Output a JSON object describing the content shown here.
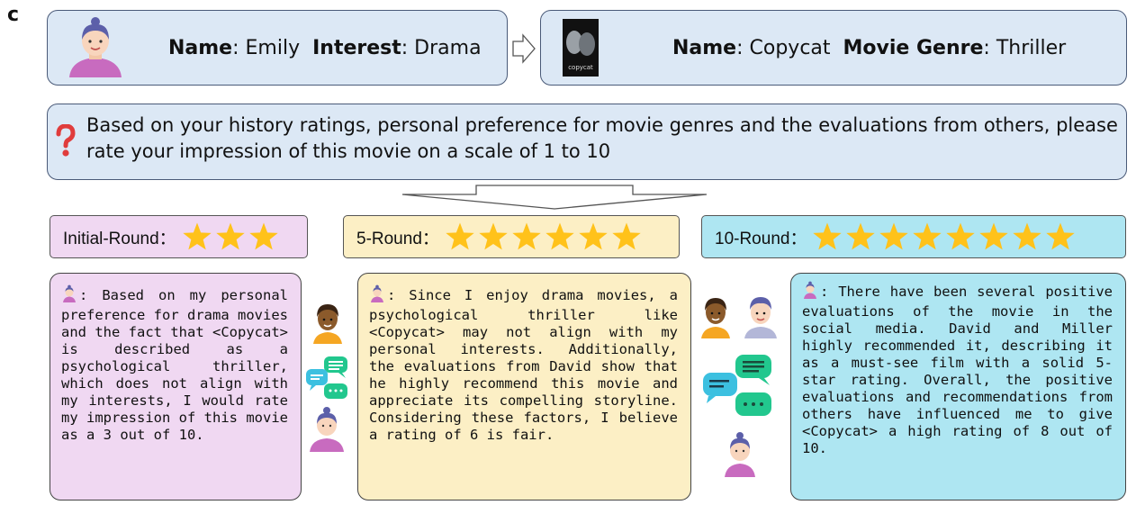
{
  "panel_label": "c",
  "user": {
    "name_key": "Name",
    "name_value": "Emily",
    "interest_key": "Interest",
    "interest_value": "Drama"
  },
  "movie": {
    "name_key": "Name",
    "name_value": "Copycat",
    "genre_key": "Movie Genre",
    "genre_value": "Thriller",
    "poster_text": "copycat"
  },
  "question_text": "Based on your history ratings, personal preference for movie genres and the evaluations from others, please rate your impression of this movie on a scale of 1 to 10",
  "rounds": [
    {
      "label": "Initial-Round：",
      "stars": 3,
      "background": "#f0d8f2",
      "response": ": Based on my personal preference for drama movies and the fact that <Copycat> is described as a psychological thriller, which does not align with my interests, I would rate my impression of this movie as a 3 out of 10."
    },
    {
      "label": "5-Round：",
      "stars": 6,
      "background": "#fcefc5",
      "response": ": Since I enjoy drama movies, a psychological thriller like <Copycat> may not align with my personal interests. Additionally, the evaluations from David show that he highly recommend this movie and appreciate its compelling storyline. Considering these factors, I believe a rating of 6 is fair."
    },
    {
      "label": "10-Round：",
      "stars": 8,
      "background": "#aee6f2",
      "response": ": There have been several positive evaluations of the movie in the social media. David and Miller highly recommended it, describing it as a must-see film with a solid 5-star rating. Overall, the positive evaluations and recommendations from others have influenced me to give <Copycat> a high rating of 8 out of 10."
    }
  ],
  "colors": {
    "top_box": "#dce8f5",
    "star": "#ffc21a",
    "bubble_green": "#22c78e",
    "bubble_blue": "#3cc0e0"
  }
}
